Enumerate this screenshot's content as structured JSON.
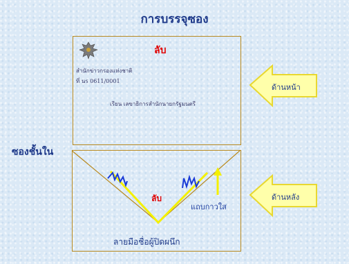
{
  "title": "การบรรจุซอง",
  "inner_envelope_label": "ซองชั้นใน",
  "front": {
    "classification": "ลับ",
    "office": "สำนักข่าวกรองแห่งชาติ",
    "document_no": "ที่ นร 0611/0001",
    "address": "เรียน   เลขาธิการสำนักนายกรัฐมนตรี",
    "side_label": "ด้านหน้า"
  },
  "back": {
    "classification": "ลับ",
    "tape_label": "แถบกาวใส",
    "signature_label": "ลายมือชื่อผู้ปิดผนึก",
    "side_label": "ด้านหลัง"
  },
  "colors": {
    "title": "#1f3a8a",
    "secret": "#e00000",
    "envelope_border": "#b8891e",
    "arrow_fill": "#ffffaa",
    "arrow_stroke": "#e8d830",
    "seal_line": "#f0f000",
    "signature": "#1a3bd6"
  },
  "icons": {
    "seal": "garuda-emblem-icon",
    "arrows": "left-arrow-icon"
  }
}
